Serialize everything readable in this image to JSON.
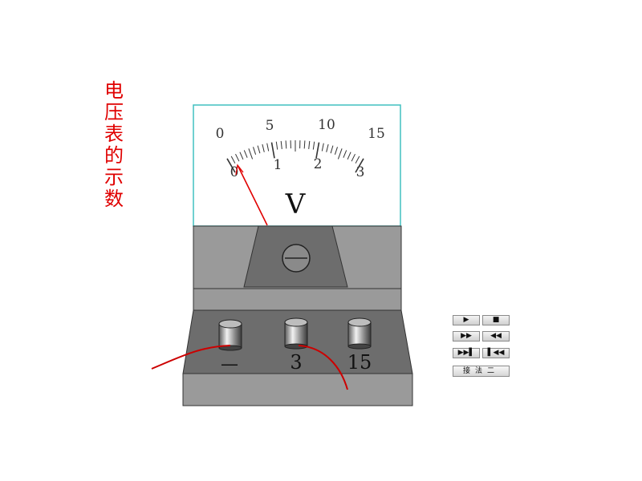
{
  "title_chars": [
    "电",
    "压",
    "表",
    "的",
    "示",
    "数"
  ],
  "meter": {
    "upper_scale": [
      "0",
      "5",
      "10",
      "15"
    ],
    "lower_scale": [
      "0",
      "1",
      "2",
      "3"
    ],
    "unit_symbol": "V",
    "frame_color": "#40c0c0",
    "pointer_color": "#e00000"
  },
  "terminals": {
    "negative": "—",
    "low_range": "3",
    "high_range": "15"
  },
  "controls": {
    "play": "▶",
    "stop": "■",
    "fast_forward": "▶▶",
    "rewind": "◀◀",
    "to_end": "▶▶▌",
    "to_start": "▌◀◀",
    "method_two": "接法二"
  }
}
